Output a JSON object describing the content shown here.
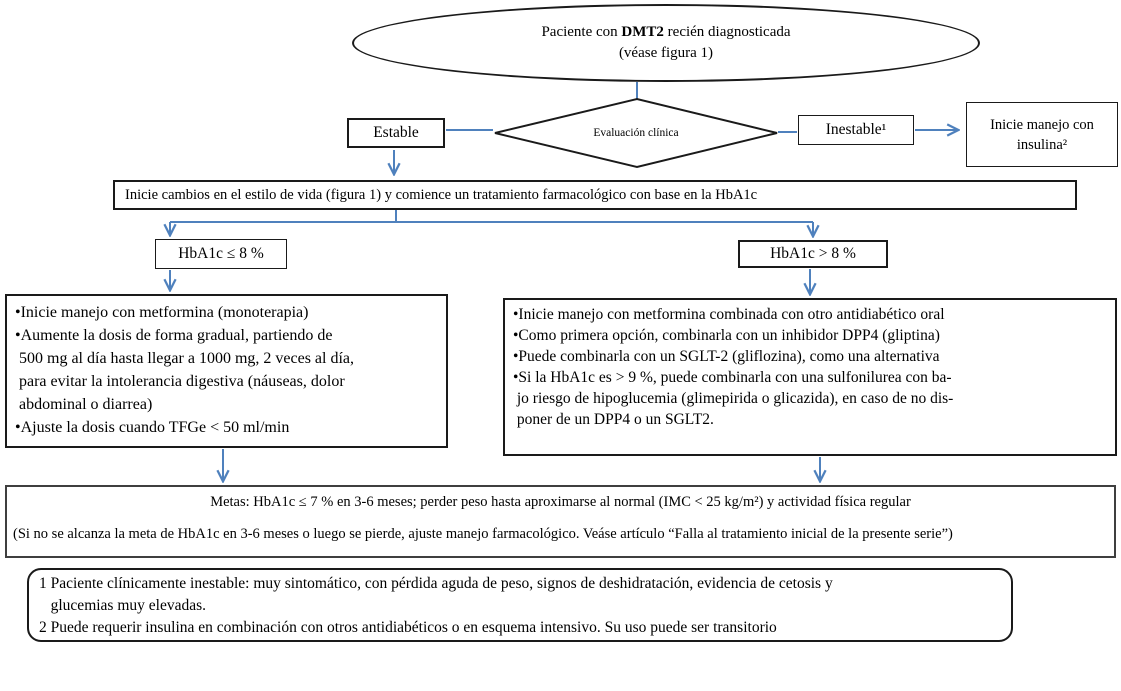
{
  "colors": {
    "arrow_blue": "#4f81bd",
    "box_border": "#1a1a1a"
  },
  "flowchart": {
    "start_ellipse": {
      "line1_prefix": "Paciente con ",
      "line1_bold": "DMT2",
      "line1_suffix": " recién diagnosticada",
      "line2": "(véase figura 1)"
    },
    "decision_diamond": {
      "label": "Evaluación clínica"
    },
    "stable_box": {
      "label": "Estable"
    },
    "unstable_box": {
      "label": "Inestable¹"
    },
    "insulin_box": {
      "label": "Inicie manejo con insulina²"
    },
    "lifestyle_box": {
      "label": "Inicie cambios en el estilo de vida (figura 1) y comience un tratamiento farmacológico con base en la HbA1c"
    },
    "hba1c_low_box": {
      "label": "HbA1c ≤ 8 %"
    },
    "hba1c_high_box": {
      "label": "HbA1c > 8 %"
    },
    "monotherapy_box": {
      "text": "•Inicie manejo con metformina (monoterapia)\n•Aumente la dosis de forma gradual, partiendo de\n 500 mg al día hasta llegar a 1000 mg, 2 veces al día,\n para evitar la intolerancia digestiva (náuseas, dolor\n abdominal o diarrea)\n•Ajuste la dosis cuando TFGe < 50 ml/min"
    },
    "combination_box": {
      "text": "•Inicie manejo con metformina combinada con otro antidiabético oral\n•Como primera opción, combinarla con un inhibidor DPP4 (gliptina)\n•Puede combinarla con un SGLT-2 (gliflozina), como una alternativa\n•Si la HbA1c es > 9 %, puede combinarla con una sulfonilurea con ba-\n jo riesgo de hipoglucemia (glimepirida o glicazida), en caso de no dis-\n poner de un DPP4 o un SGLT2."
    },
    "goals_box": {
      "line1": "Metas: HbA1c ≤ 7 % en 3-6 meses; perder peso hasta aproximarse al normal (IMC < 25 kg/m²) y actividad física regular",
      "line2": "(Si no se alcanza la meta de HbA1c en 3-6 meses o luego se pierde, ajuste manejo farmacológico. Veáse artículo “Falla al tratamiento inicial de la presente serie”)"
    },
    "footnotes_box": {
      "text": "1 Paciente clínicamente inestable: muy sintomático, con pérdida aguda de peso, signos de deshidratación, evidencia de cetosis y\n   glucemias muy elevadas.\n2 Puede requerir insulina en combinación con otros antidiabéticos o en esquema intensivo. Su uso puede ser transitorio"
    }
  }
}
